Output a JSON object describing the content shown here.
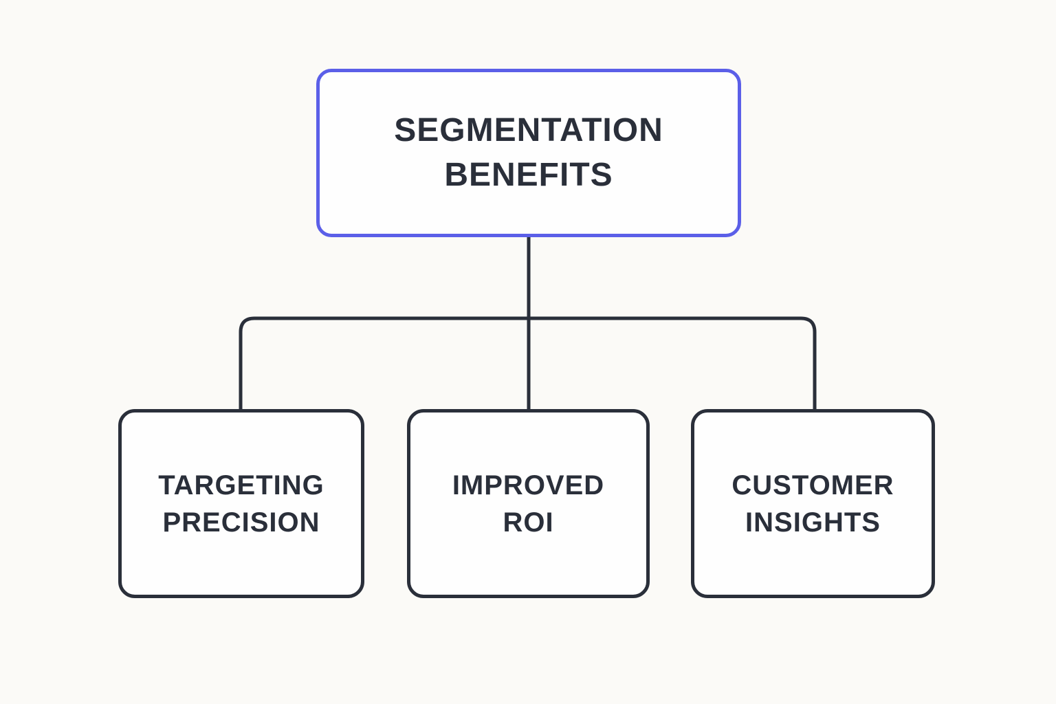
{
  "diagram": {
    "type": "hierarchy-flowchart",
    "root": {
      "label": "SEGMENTATION BENEFITS"
    },
    "children": [
      {
        "label": "TARGETING PRECISION"
      },
      {
        "label": "IMPROVED ROI"
      },
      {
        "label": "CUSTOMER INSIGHTS"
      }
    ],
    "colors": {
      "background": "#fbfaf7",
      "root_border": "#5b5fe8",
      "node_border": "#2a2f3a",
      "text": "#2a2f3a",
      "connector": "#2a2f3a"
    }
  }
}
